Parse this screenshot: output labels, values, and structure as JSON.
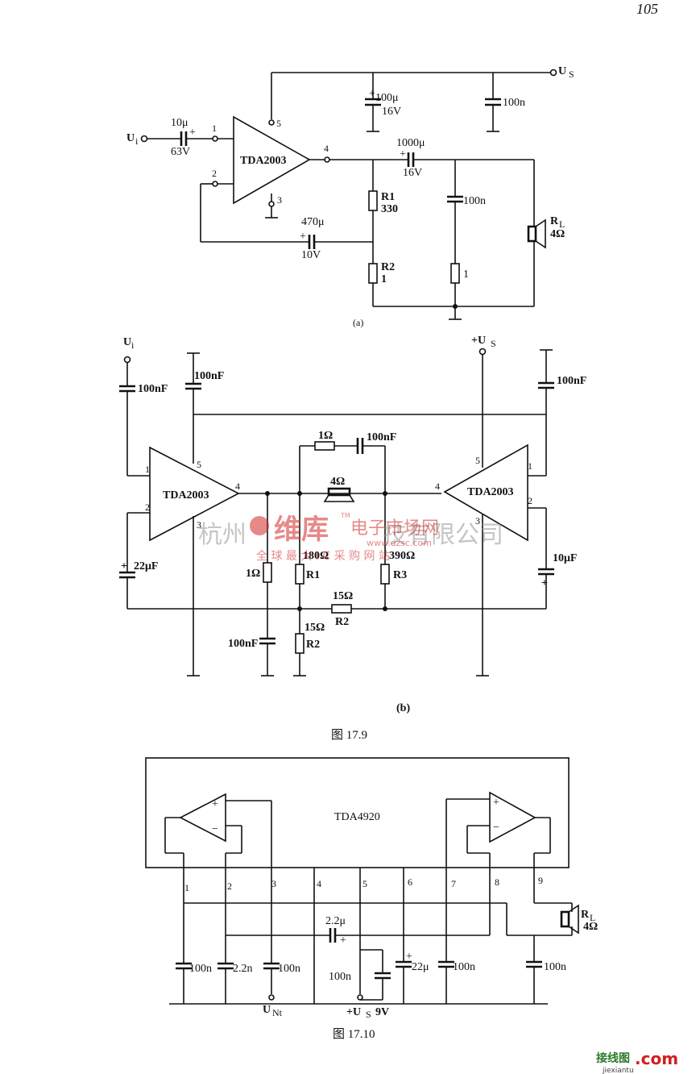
{
  "page_number": "105",
  "circuit_a": {
    "input_label": "U",
    "input_sub": "i",
    "supply_label": "U",
    "supply_sub": "S",
    "chip": "TDA2003",
    "pins": [
      "1",
      "2",
      "3",
      "4",
      "5"
    ],
    "c_in": "10μ",
    "c_in_v": "63V",
    "c_supply1": "100μ",
    "c_supply1_v": "16V",
    "c_supply2": "100n",
    "c_out": "1000μ",
    "c_out_v": "16V",
    "c_out2": "100n",
    "c_fb": "470μ",
    "c_fb_v": "10V",
    "r1_name": "R1",
    "r1_val": "330",
    "r2_name": "R2",
    "r2_val": "1",
    "r_zobel": "1",
    "rl_name": "R",
    "rl_sub": "L",
    "rl_val": "4Ω",
    "caption": "(a)"
  },
  "circuit_b": {
    "input_label": "U",
    "input_sub": "i",
    "supply_label": "+U",
    "supply_sub": "S",
    "chip_left": "TDA2003",
    "chip_right": "TDA2003",
    "pins_left": [
      "1",
      "2",
      "3",
      "4",
      "5"
    ],
    "pins_right": [
      "1",
      "2",
      "3",
      "4",
      "5"
    ],
    "c_in": "100nF",
    "c_sup_l": "100nF",
    "c_sup_r": "100nF",
    "c_fb_l": "22μF",
    "c_fb_r": "10μF",
    "r_top": "1Ω",
    "c_top": "100nF",
    "speaker": "4Ω",
    "r_zobel": "1Ω",
    "c_zobel": "100nF",
    "r1_val": "180Ω",
    "r1_name": "R1",
    "r3_val": "390Ω",
    "r3_name": "R3",
    "r2h_val": "15Ω",
    "r2h_name": "R2",
    "r2v_val": "15Ω",
    "r2v_name": "R2",
    "caption": "(b)"
  },
  "fig_17_9": "图 17.9",
  "circuit_c": {
    "chip": "TDA4920",
    "pins": [
      "1",
      "2",
      "3",
      "4",
      "5",
      "6",
      "7",
      "8",
      "9"
    ],
    "c1": "100n",
    "c2": "2.2n",
    "c3": "100n",
    "c_coup": "2.2μ",
    "c5": "100n",
    "c6": "22μ",
    "c7": "100n",
    "c9": "100n",
    "unt_label": "U",
    "unt_sub": "Nt",
    "supply_label": "+U",
    "supply_sub": "S",
    "supply_val": "9V",
    "rl_name": "R",
    "rl_sub": "L",
    "rl_val": "4Ω"
  },
  "fig_17_10": "图 17.10",
  "watermark": {
    "company_left": "杭州",
    "company_right": "技有限公司",
    "brand": "维库",
    "brand_site": "电子市场网",
    "site_url": "www.dzsc.com",
    "slogan": "全 球 最 大 I C 采 购 网 站",
    "tm": "TM"
  },
  "corner_logo": {
    "text": "接线图",
    "com": ".com",
    "url": "jiexiantu"
  }
}
